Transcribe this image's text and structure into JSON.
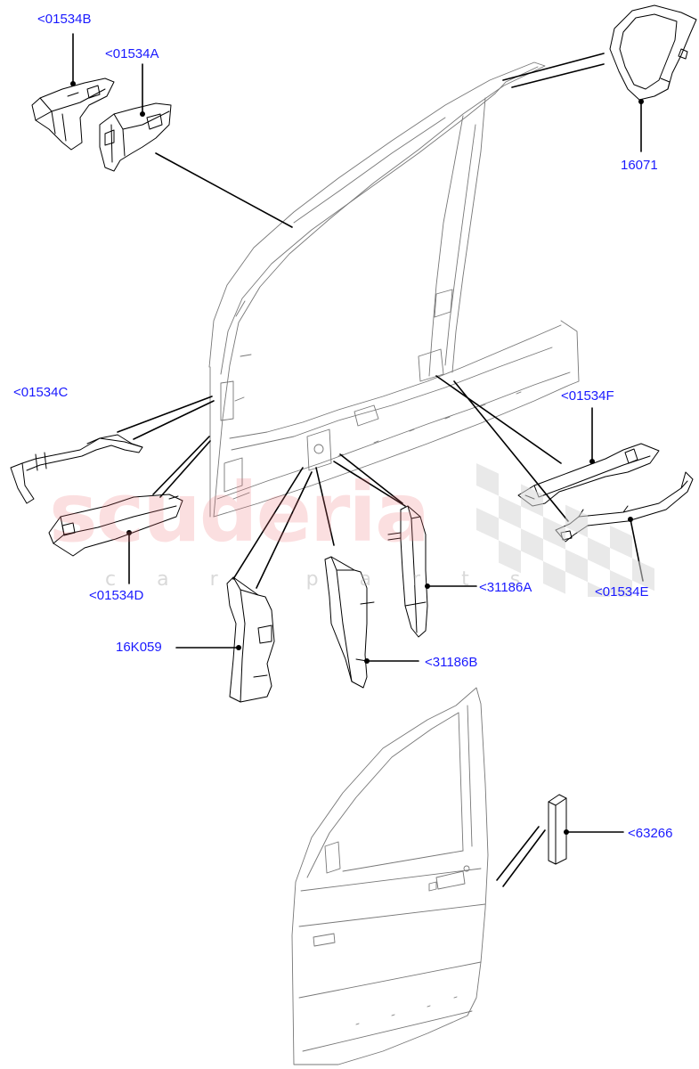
{
  "watermark": {
    "brand": "scuderia",
    "subtitle": "car parts"
  },
  "colors": {
    "callout_text": "#1a1aff",
    "line_art": "#000000",
    "watermark_brand": "#eb6e73",
    "watermark_checker": "#d8d8d8"
  },
  "callouts": {
    "c01534B": "<01534B",
    "c01534A": "<01534A",
    "c16071": "16071",
    "c01534C": "<01534C",
    "c01534F": "<01534F",
    "c01534D": "<01534D",
    "c31186A": "<31186A",
    "c01534E": "<01534E",
    "c16K059": "16K059",
    "c31186B": "<31186B",
    "c63266": "<63266"
  }
}
